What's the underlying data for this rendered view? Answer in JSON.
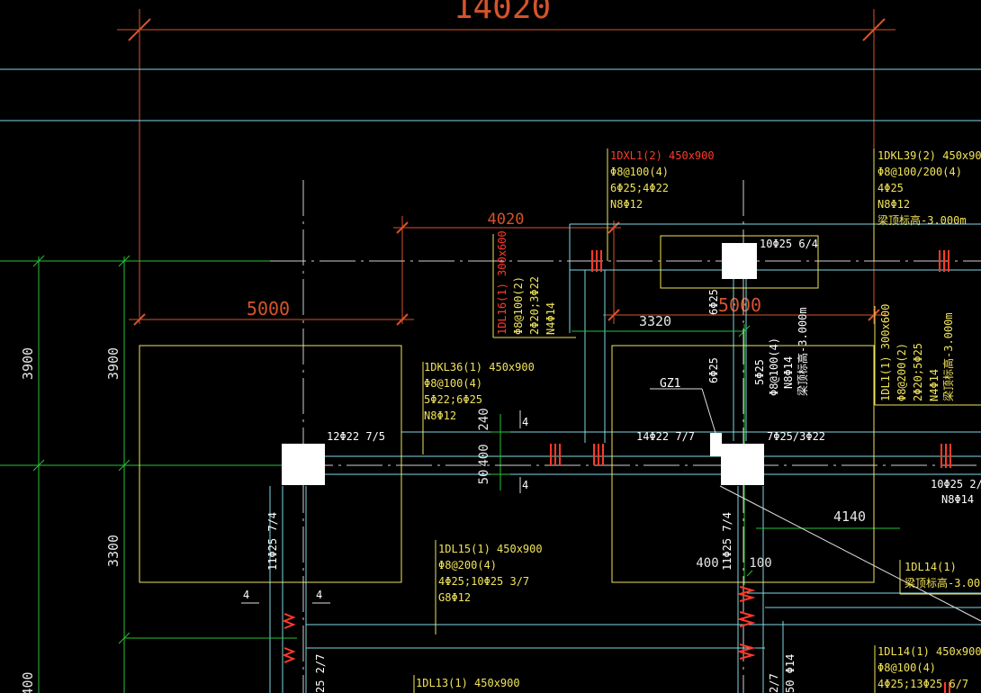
{
  "colors": {
    "background": "#000000",
    "dimension": "#d6532a",
    "cyan": "#7fd7e6",
    "green": "#27c237",
    "yellow": "#f0e35a",
    "red": "#ff3a2a",
    "white": "#ffffff",
    "gray": "#c8c8c8"
  },
  "dimensions": {
    "top_total": "14020",
    "span_4020": "4020",
    "span_5000_left": "5000",
    "span_5000_right": "5000",
    "span_3320": "3320",
    "span_4140": "4140",
    "left_3900_a": "3900",
    "left_3900_b": "3900",
    "left_3300": "3300",
    "left_400": "400",
    "sec_240": "240",
    "sec_400": "400",
    "sec_50": "50",
    "bot_400": "400",
    "bot_100": "100"
  },
  "labels": {
    "dxl1": [
      "1DXL1(2) 450x900",
      "Φ8@100(4)",
      "6Φ25;4Φ22",
      "N8Φ12"
    ],
    "dkl39": [
      "1DKL39(2) 450x90",
      "Φ8@100/200(4)",
      "4Φ25",
      "N8Φ12",
      "梁顶标高-3.000m"
    ],
    "dl16": [
      "1DL16(1) 300x600",
      "Φ8@100(2)",
      "2Φ20;3Φ22",
      "N4Φ14"
    ],
    "dkl36": [
      "1DKL36(1) 450x900",
      "Φ8@100(4)",
      "5Φ22;6Φ25",
      "N8Φ12"
    ],
    "dl15": [
      "1DL15(1) 450x900",
      "Φ8@200(4)",
      "4Φ25;10Φ25 3/7",
      "G8Φ12"
    ],
    "dl13": [
      "1DL13(1) 450x900"
    ],
    "dl14a": [
      "1DL14(1)",
      "梁顶标高-3.000m"
    ],
    "dl14b": [
      "1DL14(1) 450x900",
      "Φ8@100(4)",
      "4Φ25;13Φ25 6/7"
    ],
    "dl1": [
      "1DL1(1) 300x600",
      "Φ8@200(2)",
      "2Φ20;5Φ25",
      "N4Φ14",
      "梁顶标高-3.000m"
    ],
    "center_col": [
      "5Φ25",
      "Φ8@100(4)",
      "N8Φ14",
      "梁顶标高-3.000m"
    ],
    "rebar_10_25": "10Φ25 6/4",
    "rebar_12_22": "12Φ22 7/5",
    "rebar_14_22": "14Φ22 7/7",
    "rebar_7_25": "7Φ25/3Φ22",
    "rebar_10_25_b": "10Φ25 2/",
    "rebar_n8": "N8Φ14",
    "rebar_6_25_a": "6Φ25",
    "rebar_6_25_b": "6Φ25",
    "rebar_11_25_a": "11Φ25 7/4",
    "rebar_11_25_b": "11Φ25 7/4",
    "rebar_25_27": "25 2/7",
    "rebar_27": "2/7",
    "rebar_50_14": "50 Φ14",
    "gz1": "GZ1",
    "sec_4_top": "4",
    "sec_4_bot": "4",
    "sec_4_l1": "4",
    "sec_4_l2": "4"
  }
}
